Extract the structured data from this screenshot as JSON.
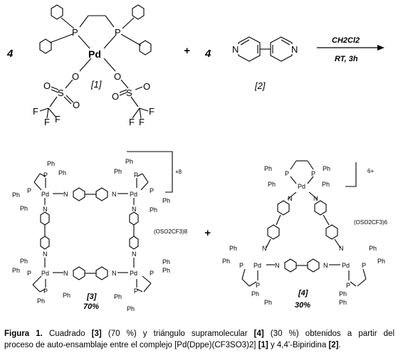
{
  "reaction": {
    "coeff1": "4",
    "plus": "+",
    "coeff2": "4",
    "reagent1_label": "[1]",
    "reagent2_label": "[2]",
    "solvent": "CH2Cl2",
    "condition": "RT, 3h",
    "atoms": {
      "P": "P",
      "Pd": "Pd",
      "O": "O",
      "S": "S",
      "F": "F",
      "N": "N"
    }
  },
  "products": {
    "plus": "+",
    "square_label": "[3]",
    "square_yield": "70%",
    "square_charge": "+8",
    "square_counterion": "(OSO2CF3)8",
    "triangle_label": "[4]",
    "triangle_yield": "30%",
    "triangle_charge": "6+",
    "triangle_counterion": "(OSO2CF3)6",
    "ph": "Ph",
    "p": "P",
    "pd": "Pd",
    "n": "N"
  },
  "caption": {
    "prefix": "Figura 1.",
    "text1": "Cuadrado",
    "ref3": "[3]",
    "text2": "(70 %) y triángulo supramolecular",
    "ref4": "[4]",
    "text3": "(30 %) obtenidos a partir del",
    "text4": "proceso de auto-ensamblaje entre el complejo [Pd(Dppe)(CF3SO3)2]",
    "ref1": "[1]",
    "text5": "y 4,4'-Bipiridina",
    "ref2": "[2]",
    "end": "."
  }
}
